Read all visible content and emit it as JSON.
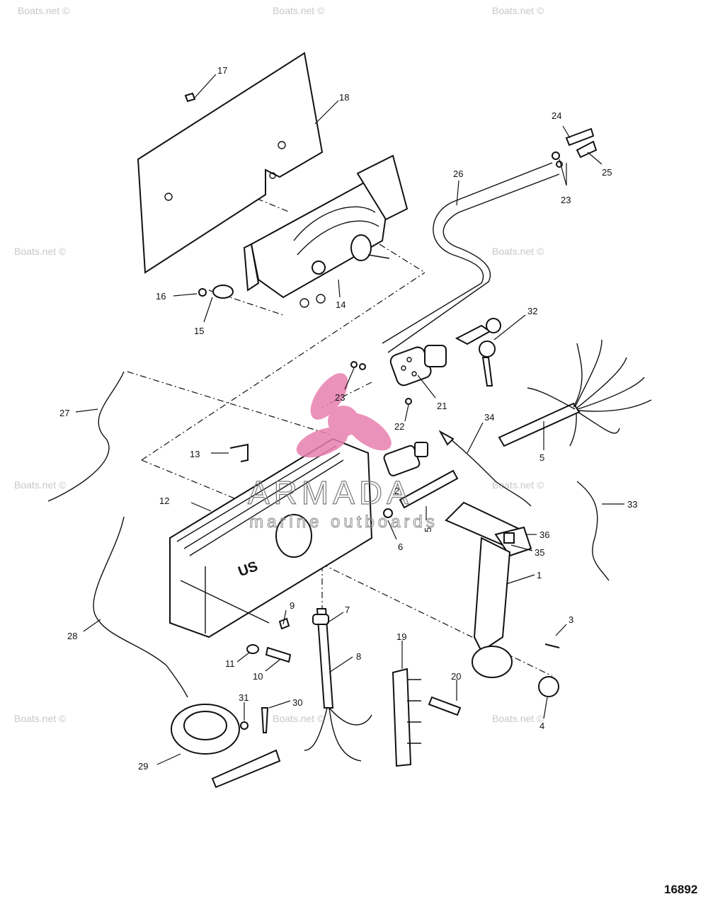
{
  "figure_number": "16892",
  "watermark_text": "Boats.net ©",
  "brand": {
    "name": "ARMADA",
    "tagline": "marine outboards",
    "accent_color": "#e87fb0"
  },
  "callouts": [
    "1",
    "2",
    "3",
    "4",
    "5",
    "6",
    "7",
    "8",
    "9",
    "10",
    "11",
    "12",
    "13",
    "14",
    "15",
    "16",
    "17",
    "18",
    "19",
    "20",
    "21",
    "22",
    "23",
    "24",
    "25",
    "26",
    "27",
    "28",
    "29",
    "30",
    "31",
    "32",
    "33",
    "34",
    "35",
    "36"
  ]
}
